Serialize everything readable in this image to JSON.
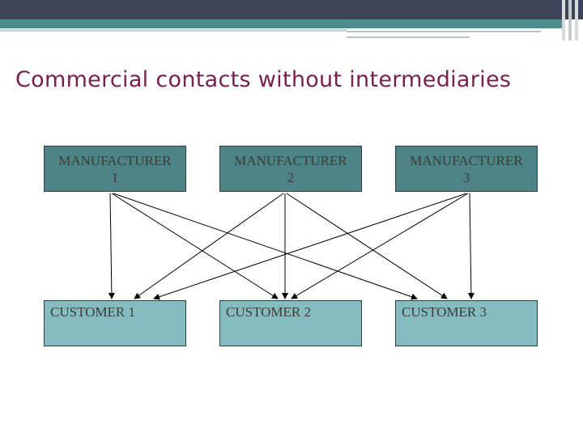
{
  "slide": {
    "title": "Commercial contacts without intermediaries"
  },
  "diagram": {
    "manufacturers": [
      {
        "line1": "MANUFACTURER",
        "line2": "1"
      },
      {
        "line1": "MANUFACTURER",
        "line2": "2"
      },
      {
        "line1": "MANUFACTURER",
        "line2": "3"
      }
    ],
    "customers": [
      {
        "label": "CUSTOMER 1"
      },
      {
        "label": "CUSTOMER 2"
      },
      {
        "label": "CUSTOMER 3"
      }
    ],
    "connections": [
      {
        "from": 0,
        "to": 0
      },
      {
        "from": 0,
        "to": 1
      },
      {
        "from": 0,
        "to": 2
      },
      {
        "from": 1,
        "to": 0
      },
      {
        "from": 1,
        "to": 1
      },
      {
        "from": 1,
        "to": 2
      },
      {
        "from": 2,
        "to": 0
      },
      {
        "from": 2,
        "to": 1
      },
      {
        "from": 2,
        "to": 2
      }
    ],
    "colors": {
      "manufacturer_fill": "#4f8487",
      "customer_fill": "#85bcbf",
      "title_color": "#7a1f4d",
      "line_color": "#000000"
    }
  }
}
